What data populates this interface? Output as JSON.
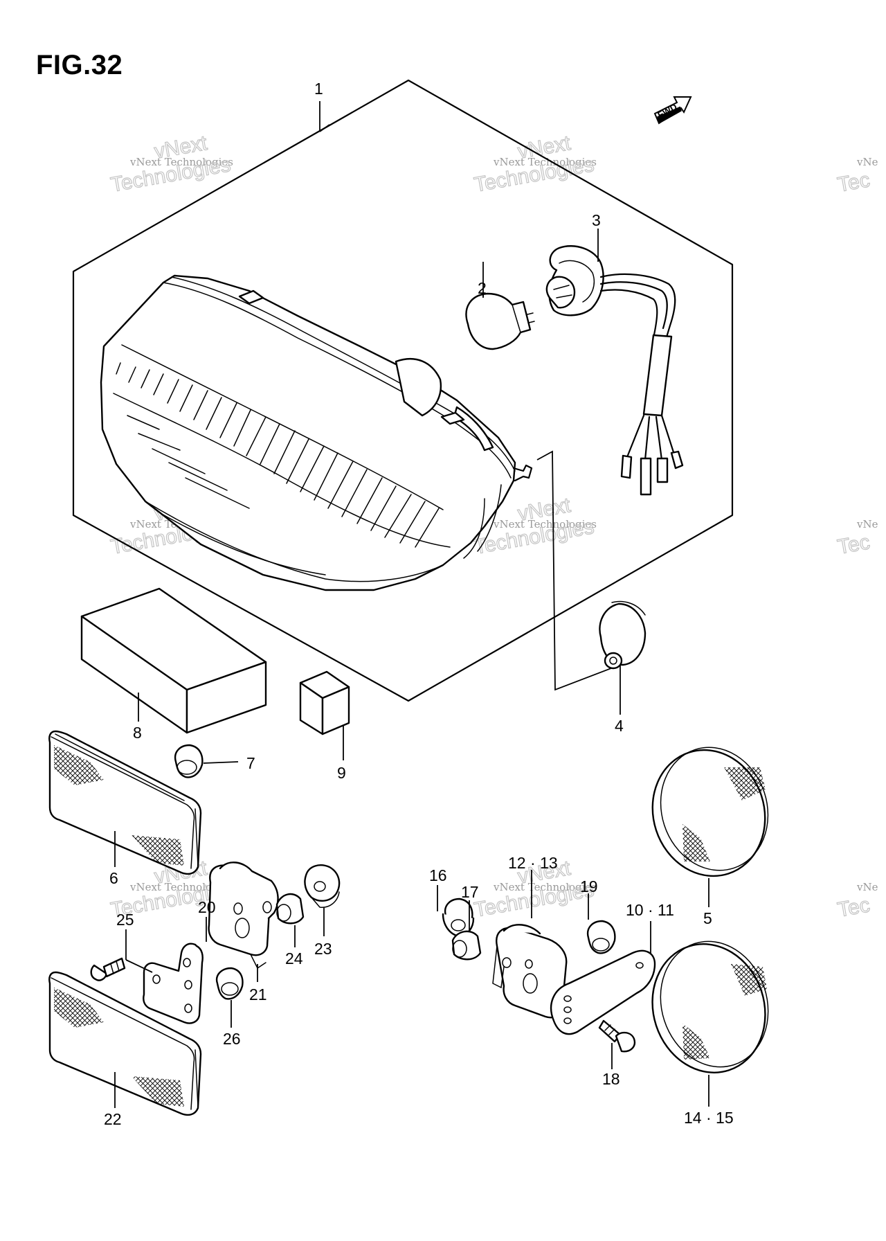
{
  "figure": {
    "title": "FIG.32"
  },
  "direction_marker": {
    "label": "FWD"
  },
  "watermark": {
    "line1": "vNext Technologies",
    "line2": "vNext",
    "line3": "Technologies",
    "line1_cut": "vNe",
    "line3_cut": "Tec"
  },
  "callouts": {
    "p1": "1",
    "p2": "2",
    "p3": "3",
    "p4": "4",
    "p5": "5",
    "p6": "6",
    "p7": "7",
    "p8": "8",
    "p9": "9",
    "p10_11": "10 · 11",
    "p12_13": "12 · 13",
    "p14_15": "14 · 15",
    "p16": "16",
    "p17": "17",
    "p18": "18",
    "p19": "19",
    "p20": "20",
    "p21": "21",
    "p22": "22",
    "p23": "23",
    "p24": "24",
    "p25": "25",
    "p26": "26"
  }
}
